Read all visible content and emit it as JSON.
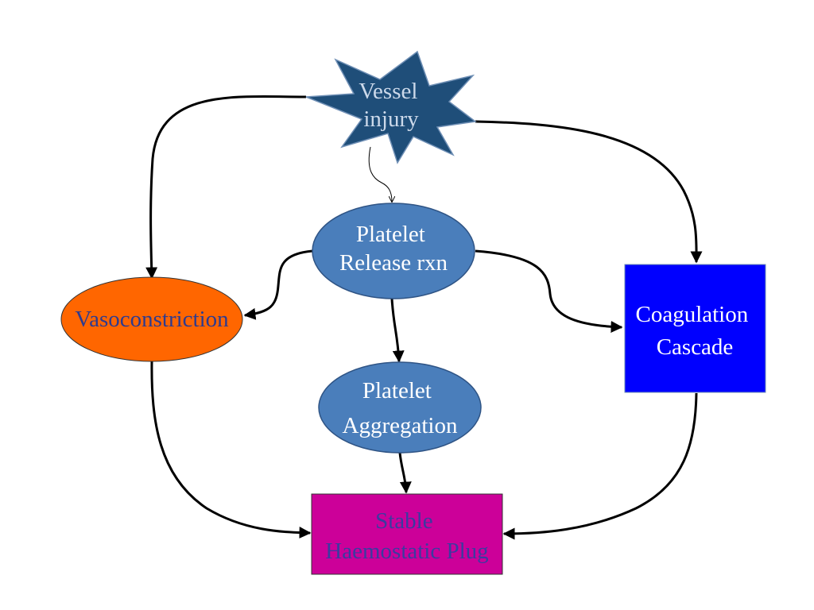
{
  "nodes": {
    "vessel_injury": {
      "lines": [
        "Vessel",
        "injury"
      ],
      "fill": "#1f4e79",
      "text_color": "#ccd9ea"
    },
    "platelet_release": {
      "lines": [
        "Platelet",
        "Release rxn"
      ],
      "fill": "#4a7ebb",
      "text_color": "#ffffff"
    },
    "vasoconstriction": {
      "lines": [
        "Vasoconstriction"
      ],
      "fill": "#ff6600",
      "text_color": "#2e3b8f"
    },
    "coagulation_cascade": {
      "lines": [
        "Coagulation",
        "Cascade"
      ],
      "fill": "#0000ff",
      "text_color": "#ffffff"
    },
    "platelet_aggregation": {
      "lines": [
        "Platelet",
        "Aggregation"
      ],
      "fill": "#4a7ebb",
      "text_color": "#ffffff"
    },
    "stable_plug": {
      "lines": [
        "Stable",
        "Haemostatic Plug"
      ],
      "fill": "#cc0099",
      "text_color": "#3b3ba0"
    }
  },
  "edge_color": "#000000"
}
